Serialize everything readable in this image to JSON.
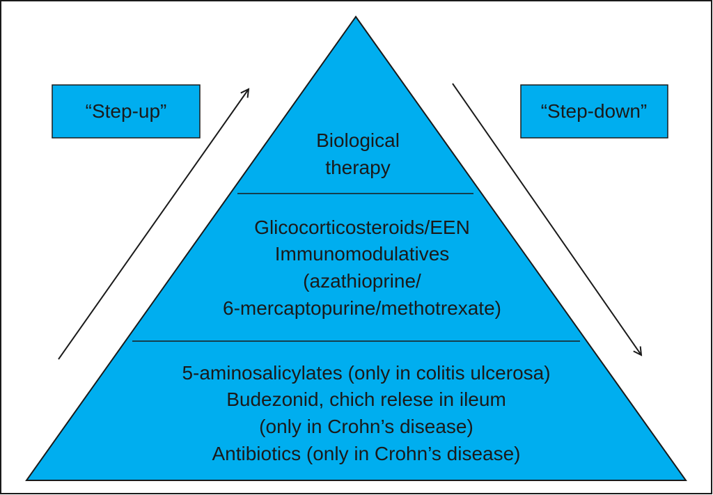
{
  "diagram": {
    "step_up_label": "“Step-up”",
    "step_down_label": "“Step-down”",
    "tiers": [
      {
        "lines": [
          "Biological",
          "therapy"
        ]
      },
      {
        "lines": [
          "Glicocorticosteroids/EEN",
          "Immunomodulatives",
          "(azathioprine/",
          "6-mercaptopurine/methotrexate)"
        ]
      },
      {
        "lines": [
          "5-aminosalicylates (only in colitis ulcerosa)",
          "Budezonid, chich relese in ileum",
          "(only in Crohn’s disease)",
          "Antibiotics (only in Crohn’s disease)"
        ]
      }
    ]
  },
  "colors": {
    "pyramid_fill": "#00AEEF",
    "label_box_fill": "#00AEEF",
    "stroke": "#1a1a1a",
    "background": "#ffffff"
  }
}
